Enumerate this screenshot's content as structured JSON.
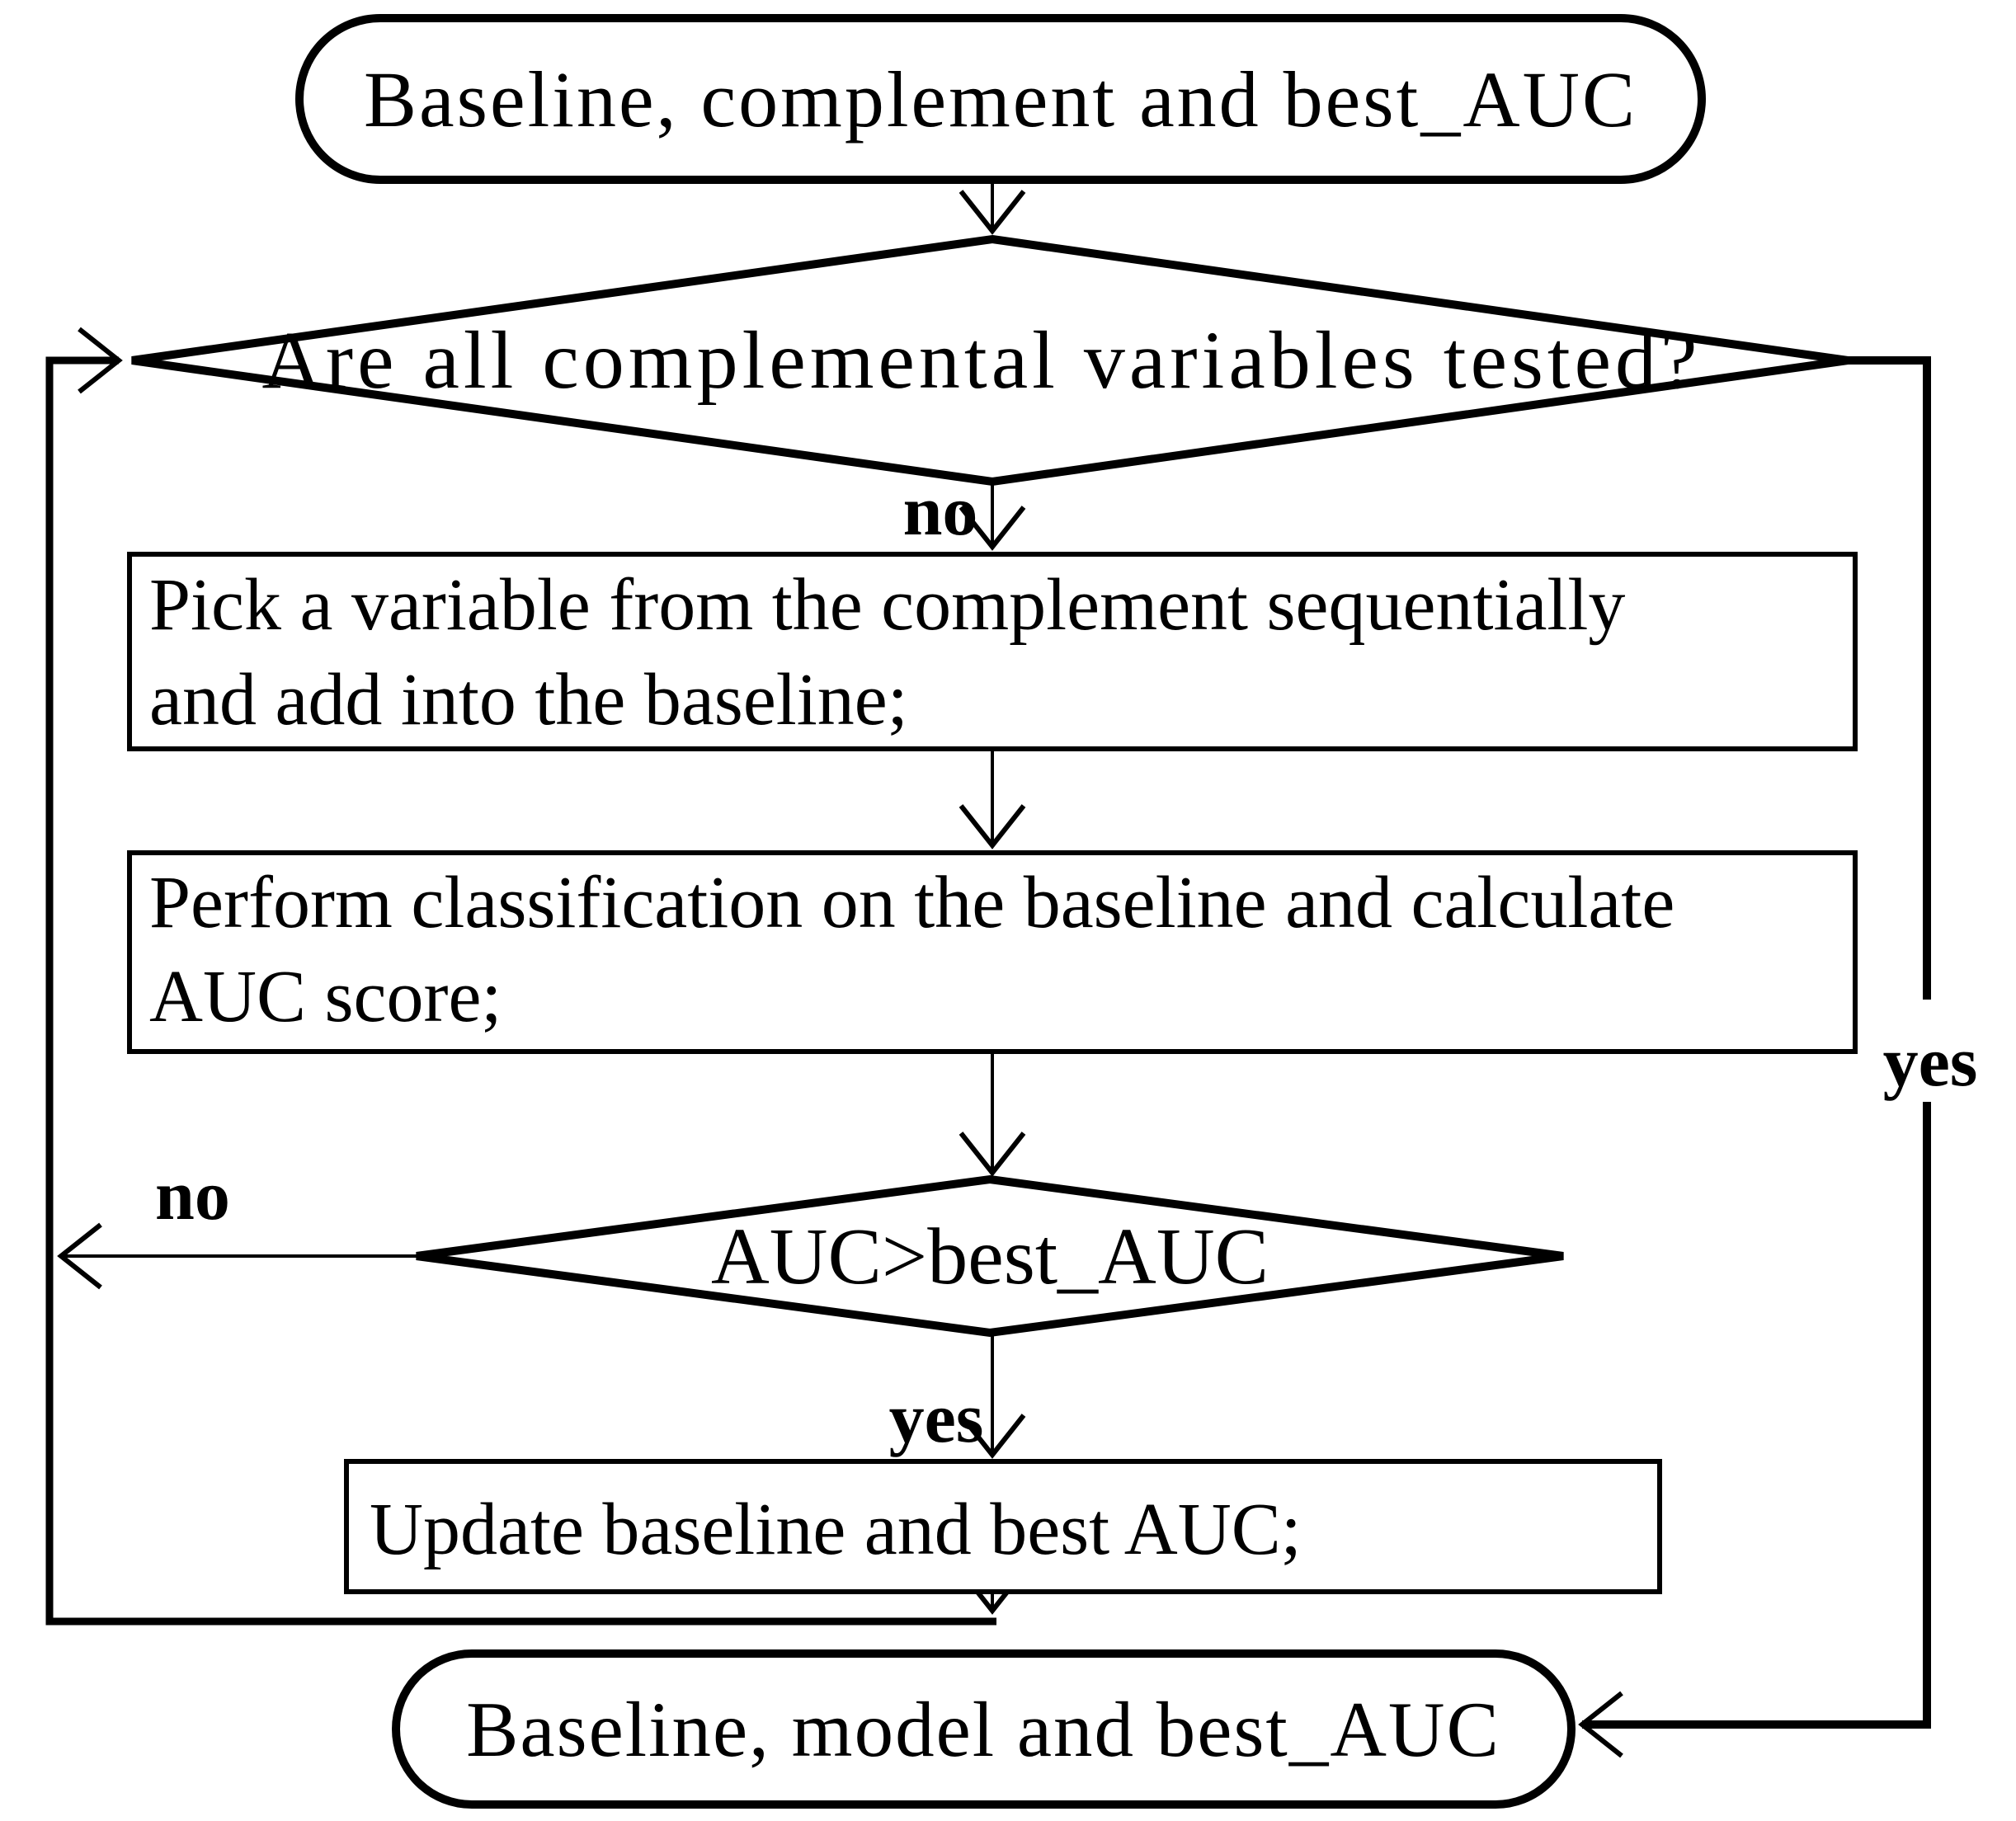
{
  "colors": {
    "stroke": "#000000",
    "background": "#ffffff"
  },
  "nodes": {
    "start": {
      "type": "terminator",
      "label": "Baseline, complement and best_AUC"
    },
    "decision_all_tested": {
      "type": "decision",
      "label": "Are all complemental variables tested?"
    },
    "pick_variable": {
      "type": "process",
      "line1": "Pick a variable from the complement sequentially",
      "line2": "and add into the baseline;"
    },
    "perform_classification": {
      "type": "process",
      "line1": "Perform classification on the baseline and calculate",
      "line2": "AUC score;"
    },
    "decision_auc": {
      "type": "decision",
      "label": "AUC>best_AUC"
    },
    "update_baseline": {
      "type": "process",
      "label": "Update baseline and best AUC;"
    },
    "end": {
      "type": "terminator",
      "label": "Baseline, model and best_AUC"
    }
  },
  "edge_labels": {
    "no_decision1": "no",
    "yes_decision1": "yes",
    "no_decision2": "no",
    "yes_decision2": "yes"
  }
}
